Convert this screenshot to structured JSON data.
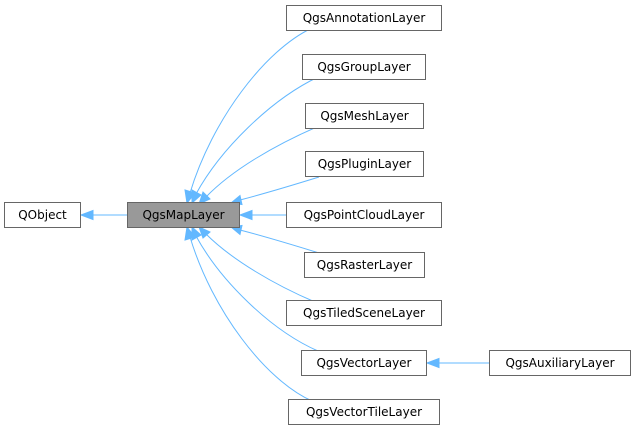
{
  "diagram": {
    "type": "inheritance-graph",
    "colors": {
      "edge": "#63b8ff",
      "highlight_fill": "#999999",
      "border": "#666666"
    },
    "nodes": [
      {
        "id": "qobject",
        "label": "QObject"
      },
      {
        "id": "qgsmaplayer",
        "label": "QgsMapLayer",
        "highlighted": true
      },
      {
        "id": "qgsannotationlayer",
        "label": "QgsAnnotationLayer"
      },
      {
        "id": "qgsgrouplayer",
        "label": "QgsGroupLayer"
      },
      {
        "id": "qgsmeshlayer",
        "label": "QgsMeshLayer"
      },
      {
        "id": "qgspluginlayer",
        "label": "QgsPluginLayer"
      },
      {
        "id": "qgspointcloudlayer",
        "label": "QgsPointCloudLayer"
      },
      {
        "id": "qgsrasterlayer",
        "label": "QgsRasterLayer"
      },
      {
        "id": "qgstiledscenelayer",
        "label": "QgsTiledSceneLayer"
      },
      {
        "id": "qgsvectorlayer",
        "label": "QgsVectorLayer"
      },
      {
        "id": "qgsvectortilelayer",
        "label": "QgsVectorTileLayer"
      },
      {
        "id": "qgsauxiliarylayer",
        "label": "QgsAuxiliaryLayer"
      }
    ],
    "edges": [
      {
        "from": "qgsmaplayer",
        "to": "qobject"
      },
      {
        "from": "qgsannotationlayer",
        "to": "qgsmaplayer"
      },
      {
        "from": "qgsgrouplayer",
        "to": "qgsmaplayer"
      },
      {
        "from": "qgsmeshlayer",
        "to": "qgsmaplayer"
      },
      {
        "from": "qgspluginlayer",
        "to": "qgsmaplayer"
      },
      {
        "from": "qgspointcloudlayer",
        "to": "qgsmaplayer"
      },
      {
        "from": "qgsrasterlayer",
        "to": "qgsmaplayer"
      },
      {
        "from": "qgstiledscenelayer",
        "to": "qgsmaplayer"
      },
      {
        "from": "qgsvectorlayer",
        "to": "qgsmaplayer"
      },
      {
        "from": "qgsvectortilelayer",
        "to": "qgsmaplayer"
      },
      {
        "from": "qgsauxiliarylayer",
        "to": "qgsvectorlayer"
      }
    ]
  }
}
